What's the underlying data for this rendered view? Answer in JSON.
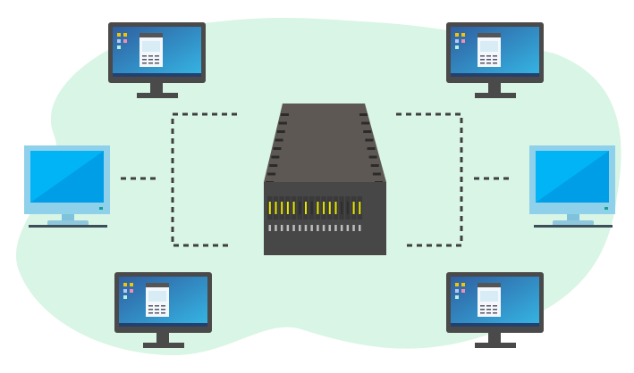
{
  "title": "",
  "colors": {
    "background_blob": "#d8f5e5",
    "link_dash": "#3f3f3f",
    "switch_top": "#5d5854",
    "switch_front": "#474747",
    "port_lit": "#e6e600",
    "port_off": "#2e2e2e",
    "monitor_bezel": "#4a4a4a",
    "screen_dark_a": "#2f5ea0",
    "screen_dark_b": "#35b0e0",
    "monitor_light_frame": "#8fd0ea",
    "screen_light": "#00b4f5"
  },
  "switch": {
    "port_states": [
      1,
      1,
      1,
      1,
      1,
      0,
      1,
      0,
      1,
      1,
      1,
      1,
      0,
      0,
      1,
      1
    ]
  },
  "workstations": [
    {
      "id": "top-left",
      "style": "desktop"
    },
    {
      "id": "top-right",
      "style": "desktop"
    },
    {
      "id": "bottom-left",
      "style": "desktop"
    },
    {
      "id": "bottom-right",
      "style": "desktop"
    },
    {
      "id": "left",
      "style": "plain"
    },
    {
      "id": "right",
      "style": "plain"
    }
  ]
}
